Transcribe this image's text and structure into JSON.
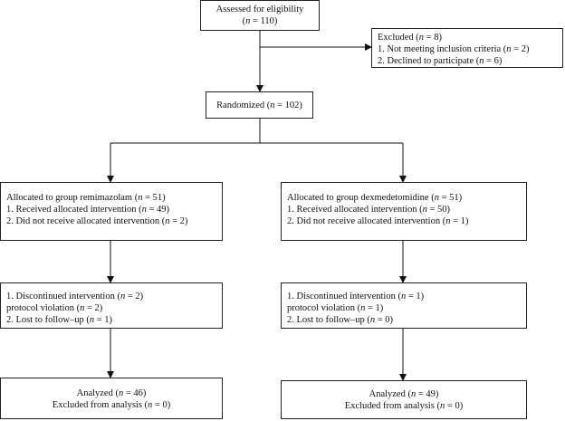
{
  "assessed": {
    "title": "Assessed for eligibility",
    "count": "(n = 110)"
  },
  "excluded": {
    "title": "Excluded (n = 8)",
    "reasons": [
      "1. Not meeting inclusion criteria (n = 2)",
      "2. Declined to participate (n = 6)"
    ]
  },
  "randomized": {
    "label": "Randomized (n = 102)"
  },
  "groups": [
    {
      "allocation": {
        "title": "Allocated to group remimazolam (n = 51)",
        "lines": [
          "1. Received allocated intervention (n = 49)",
          "2. Did not receive allocated intervention (n = 2)"
        ]
      },
      "followup": {
        "lines": [
          "1. Discontinued intervention (n = 2)",
          "protocol violation (n = 2)",
          "2. Lost to follow–up (n = 1)"
        ]
      },
      "analysis": {
        "analyzed": "Analyzed (n = 46)",
        "excluded": "Excluded from analysis (n = 0)"
      }
    },
    {
      "allocation": {
        "title": "Allocated to group dexmedetomidine (n = 51)",
        "lines": [
          "1. Received allocated intervention (n = 50)",
          "2. Did not receive allocated intervention (n = 1)"
        ]
      },
      "followup": {
        "lines": [
          "1. Discontinued intervention (n = 1)",
          "protocol violation (n = 1)",
          "2. Lost to follow–up (n = 0)"
        ]
      },
      "analysis": {
        "analyzed": "Analyzed (n = 49)",
        "excluded": "Excluded from analysis (n = 0)"
      }
    }
  ]
}
